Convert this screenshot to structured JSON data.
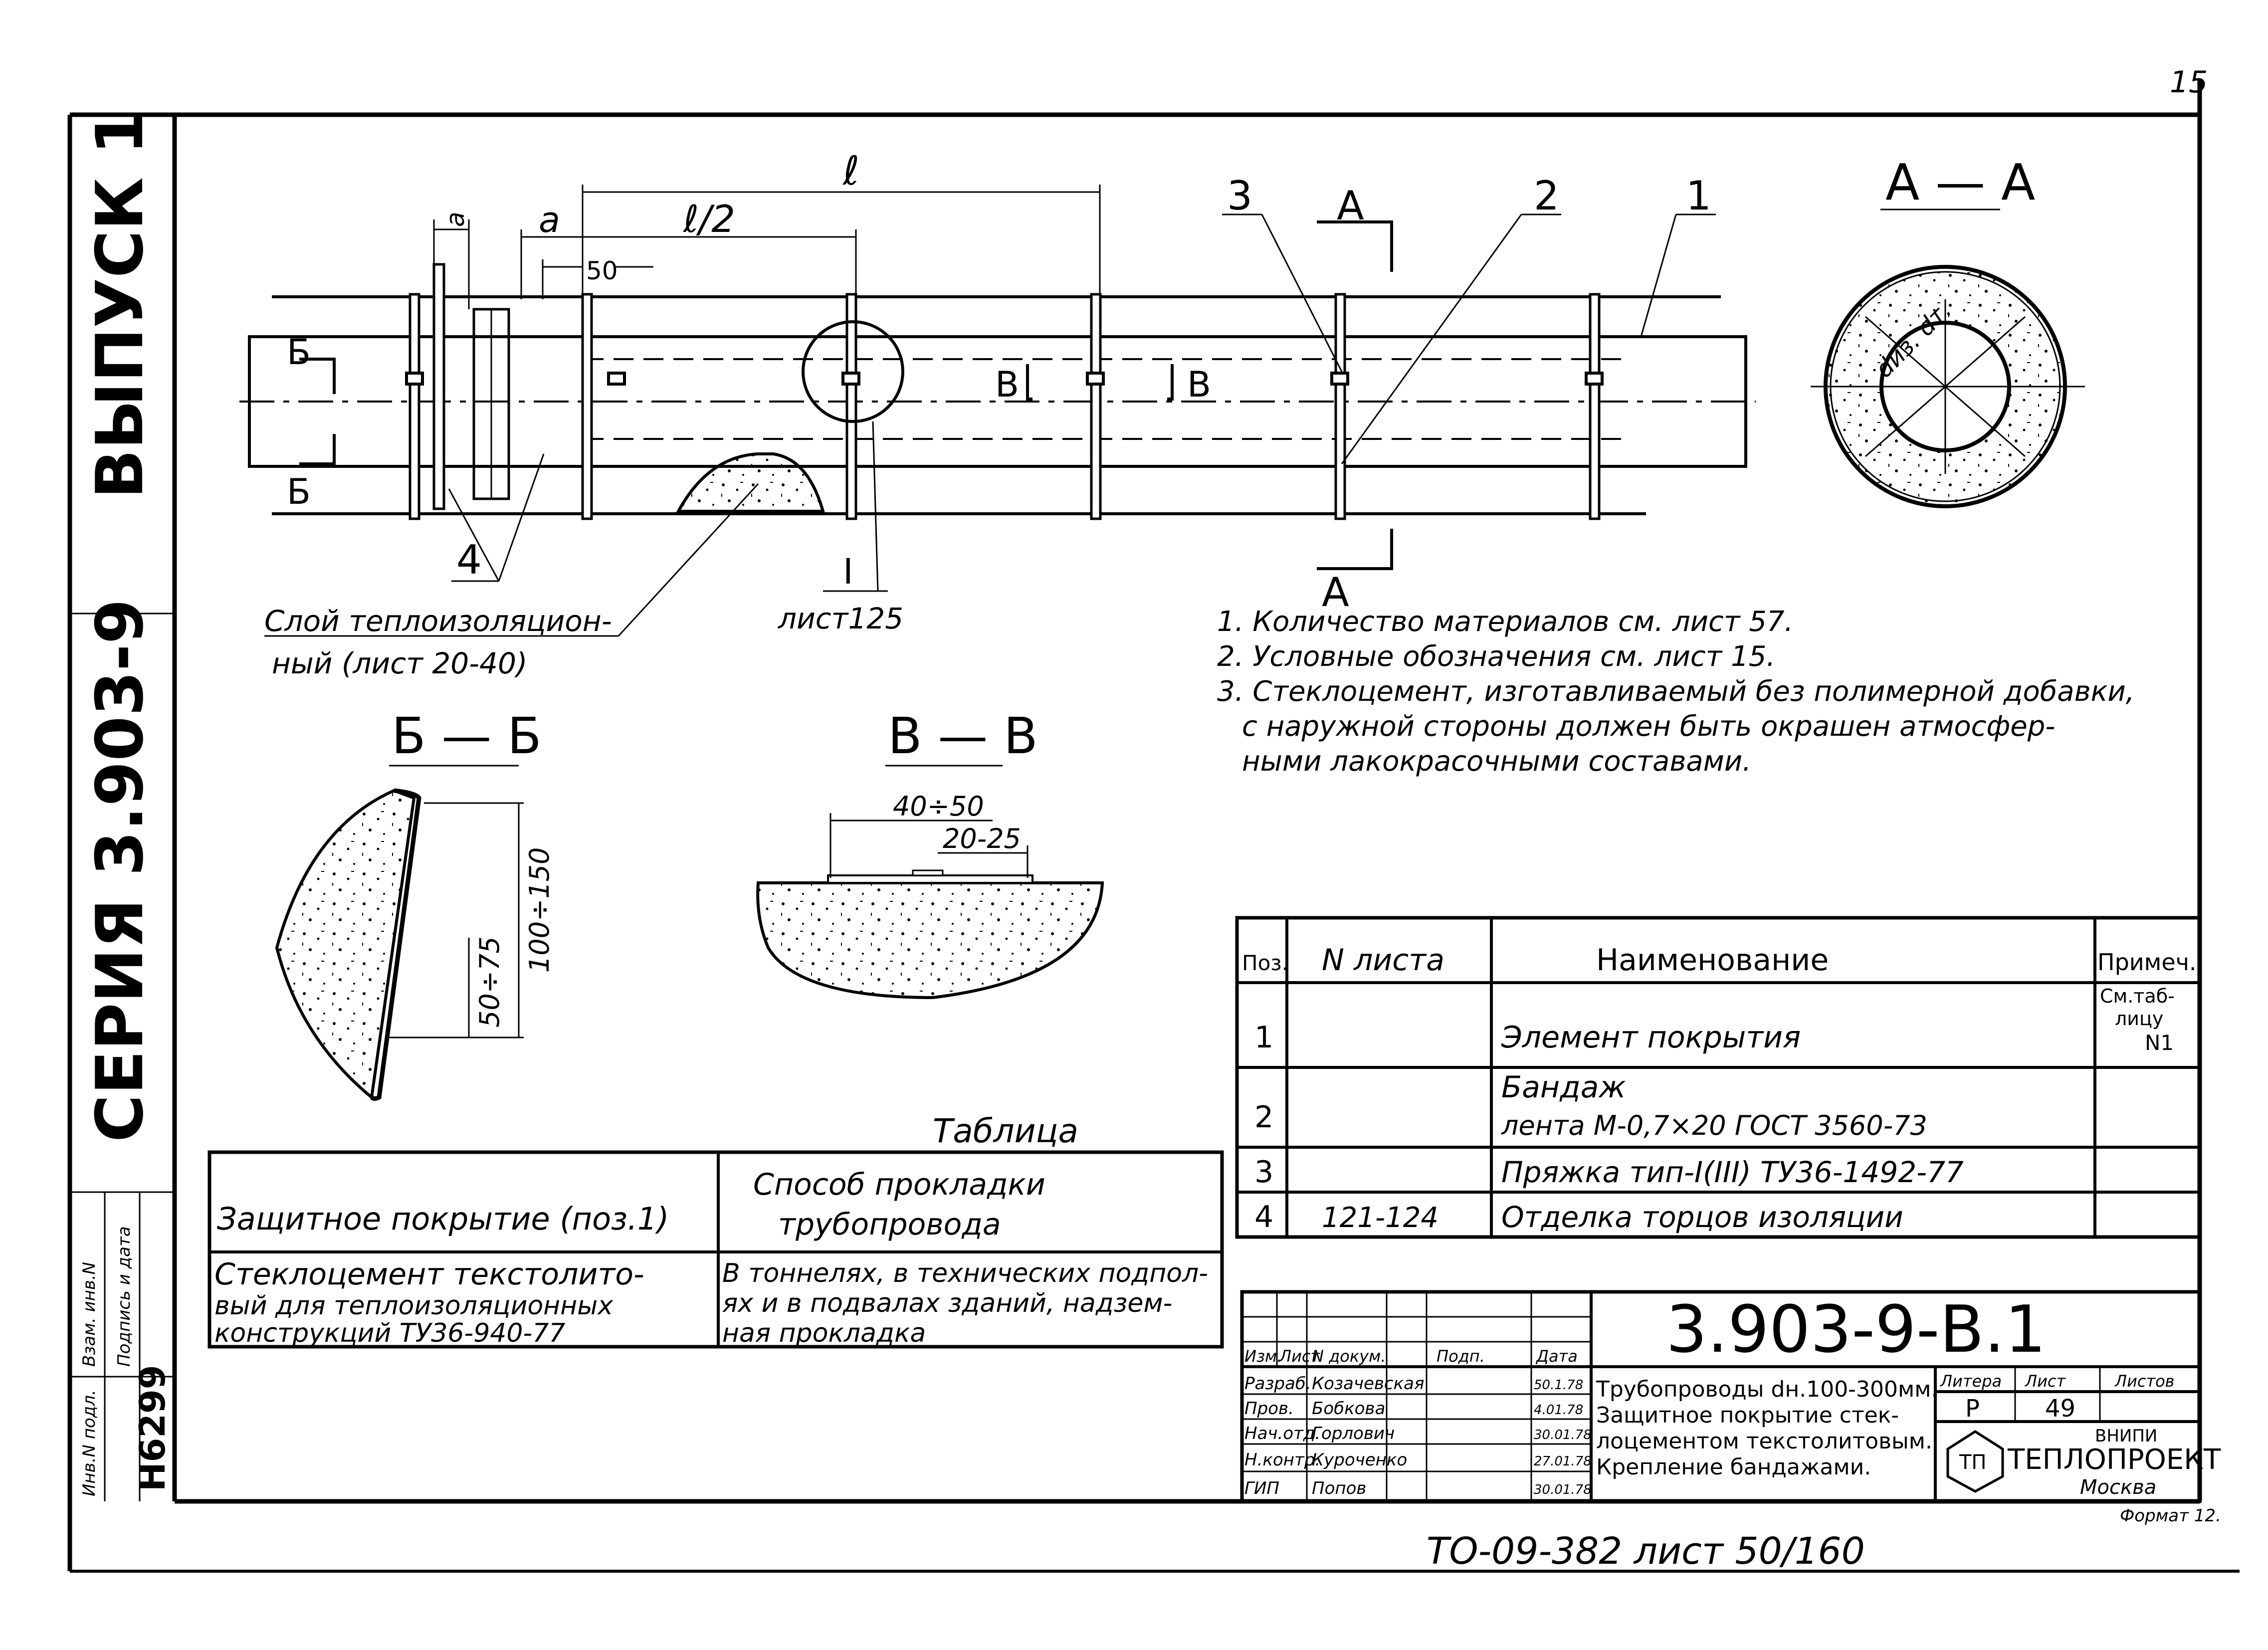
{
  "page_number": "15",
  "side": {
    "vypusk": "ВЫПУСК 1",
    "seriya": "СЕРИЯ 3.903-9",
    "stamp_labels": [
      "Инв.N подл.",
      "Подпись и дата",
      "Взам. инв.N"
    ],
    "inv_number": "Н6299"
  },
  "main_view": {
    "dim_l": "ℓ",
    "dim_l2": "ℓ/2",
    "dim_a": "a",
    "dim_a_small": "a",
    "dim_50": "50",
    "leaders": [
      "3",
      "2",
      "1",
      "4"
    ],
    "section_AA_label": "А",
    "section_BB_label": "Б",
    "section_VV_label": "В",
    "insulation_label_1": "Слой теплоизоляцион-",
    "insulation_label_2": "ный (лист 20-40)",
    "detail_ref_roman": "I",
    "detail_ref_sheet": "лист125"
  },
  "section_aa": {
    "title": "А — А",
    "dim_label": "dиз. dт."
  },
  "section_bb": {
    "title": "Б — Б",
    "dim1": "50÷75",
    "dim2": "100÷150"
  },
  "section_vv": {
    "title": "В — В",
    "dim1": "40÷50",
    "dim2": "20-25"
  },
  "notes": [
    "1. Количество материалов см. лист 57.",
    "2. Условные обозначения см. лист 15.",
    "3. Стеклоцемент, изготавливаемый без полимерной добавки,",
    "с наружной стороны должен быть окрашен атмосфер-",
    "ными лакокрасочными составами."
  ],
  "parts_table": {
    "headers": [
      "Поз.",
      "N листа",
      "Наименование",
      "Примеч."
    ],
    "rows": [
      {
        "pos": "1",
        "sheet": "",
        "name": [
          "Элемент покрытия"
        ],
        "note": [
          "См.таб-",
          "лицу",
          "N1"
        ]
      },
      {
        "pos": "2",
        "sheet": "",
        "name": [
          "Бандаж",
          "лента М-0,7×20 ГОСТ 3560-73"
        ],
        "note": []
      },
      {
        "pos": "3",
        "sheet": "",
        "name": [
          "Пряжка тип-I(III) ТУ36-1492-77"
        ],
        "note": []
      },
      {
        "pos": "4",
        "sheet": "121-124",
        "name": [
          "Отделка торцов изоляции"
        ],
        "note": []
      }
    ]
  },
  "table1": {
    "title": "Таблица",
    "header_left": "Защитное покрытие (поз.1)",
    "header_right": [
      "Способ прокладки",
      "трубопровода"
    ],
    "row_left": [
      "Стеклоцемент текстолито-",
      "вый для теплоизоляционных",
      "конструкций ТУ36-940-77"
    ],
    "row_right": [
      "В тоннелях, в технических подпол-",
      "ях и в подвалах зданий, надзем-",
      "ная прокладка"
    ]
  },
  "title_block": {
    "code": "3.903-9-В.1",
    "col_heads": [
      "Изм.",
      "Лист",
      "N докум.",
      "Подп.",
      "Дата"
    ],
    "roles": [
      {
        "role": "Разраб.",
        "name": "Козачевская",
        "date": "50.1.78"
      },
      {
        "role": "Пров.",
        "name": "Бобкова",
        "date": "4.01.78"
      },
      {
        "role": "Нач.отд.",
        "name": "Горлович",
        "date": "30.01.78"
      },
      {
        "role": "Н.контр.",
        "name": "Куроченко",
        "date": "27.01.78"
      },
      {
        "role": "ГИП",
        "name": "Попов",
        "date": "30.01.78"
      }
    ],
    "description": [
      "Трубопроводы dн.100-300мм.",
      "Защитное покрытие стек-",
      "лоцементом текстолитовым.",
      "Крепление бандажами."
    ],
    "stage_heads": [
      "Литера",
      "Лист",
      "Листов"
    ],
    "stage": "Р",
    "sheet": "49",
    "org_line1": "ВНИПИ",
    "org_line2": "ТЕПЛОПРОЕКТ",
    "org_line3": "Москва",
    "format": "Формат 12."
  },
  "footer": "ТО-09-382 лист 50/160"
}
